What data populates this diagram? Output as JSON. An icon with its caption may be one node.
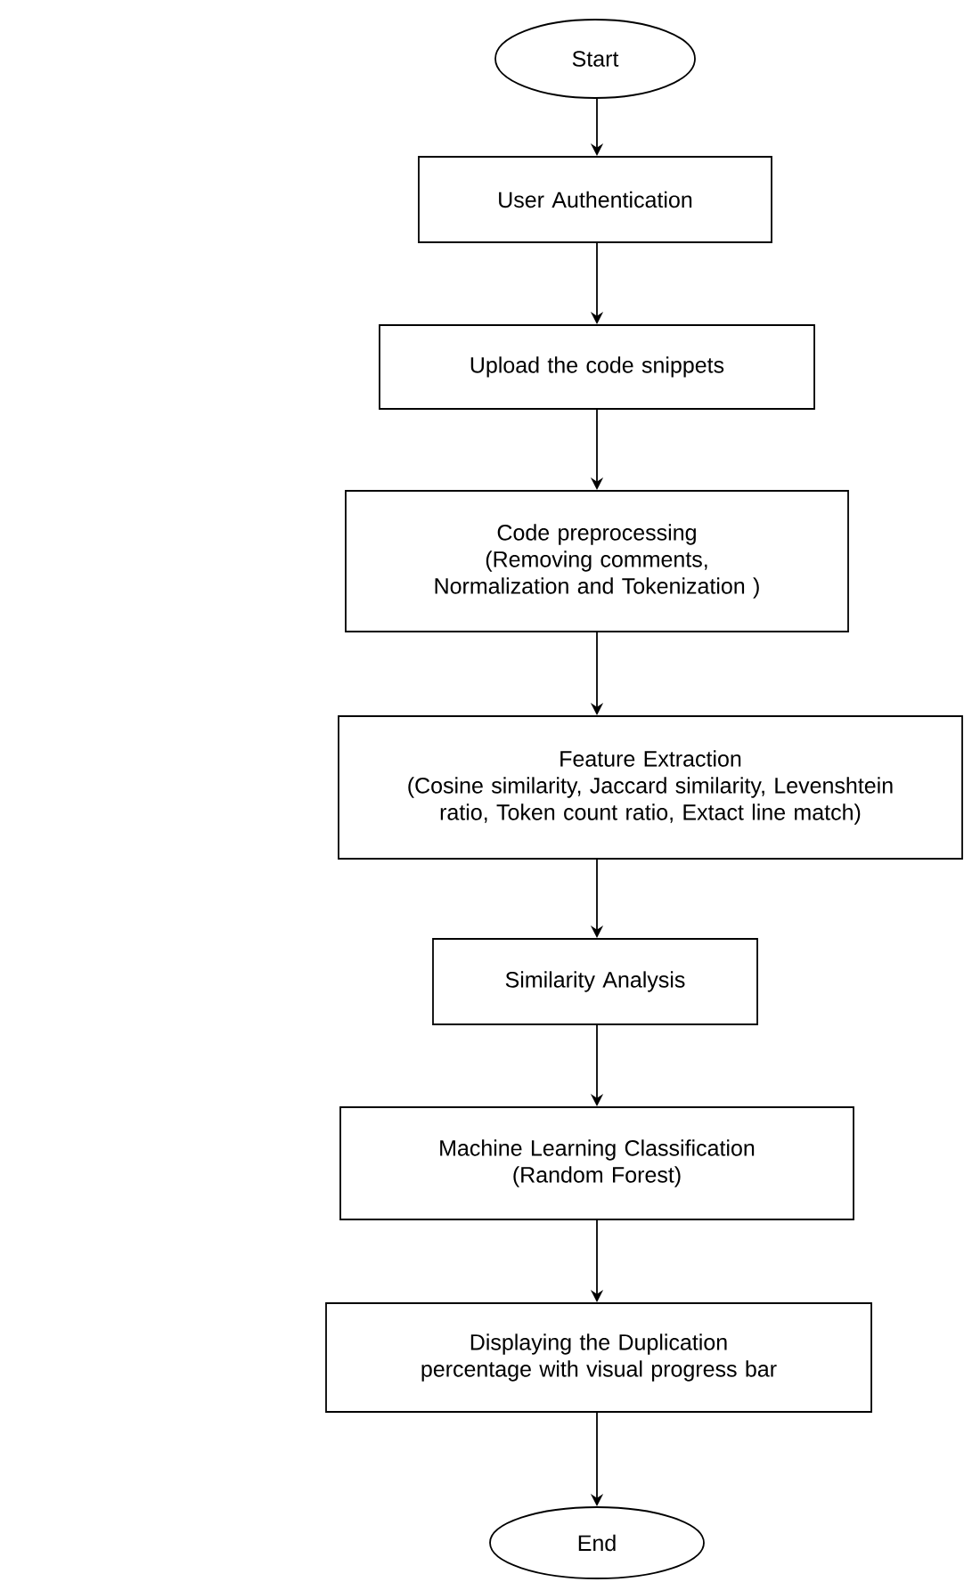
{
  "diagram": {
    "nodes": [
      {
        "text": [
          "Start"
        ]
      },
      {
        "text": [
          "User Authentication"
        ]
      },
      {
        "text": [
          "Upload the code snippets"
        ]
      },
      {
        "text": [
          "Code preprocessing",
          "(Removing comments, Normalization and Tokenization )"
        ]
      },
      {
        "text": [
          "Feature Extraction",
          "(Cosine similarity, Jaccard similarity, Levenshtein ratio, Token count ratio,  Extact line match)"
        ]
      },
      {
        "text": [
          "Similarity Analysis"
        ]
      },
      {
        "text": [
          "Machine Learning Classification",
          "(Random Forest)"
        ]
      },
      {
        "text": [
          "Displaying the Duplication percentage with visual progress bar"
        ]
      },
      {
        "text": [
          "End"
        ]
      }
    ],
    "edges": [
      {
        "from": 0,
        "to": 1,
        "arrow": "to"
      },
      {
        "from": 1,
        "to": 2,
        "arrow": "to"
      },
      {
        "from": 2,
        "to": 3,
        "arrow": "to"
      },
      {
        "from": 3,
        "to": 4,
        "arrow": "to"
      },
      {
        "from": 4,
        "to": 5,
        "arrow": "to"
      },
      {
        "from": 5,
        "to": 6,
        "arrow": "to"
      },
      {
        "from": 6,
        "to": 7,
        "arrow": "to"
      },
      {
        "from": 7,
        "to": 8,
        "arrow": "to"
      }
    ]
  }
}
